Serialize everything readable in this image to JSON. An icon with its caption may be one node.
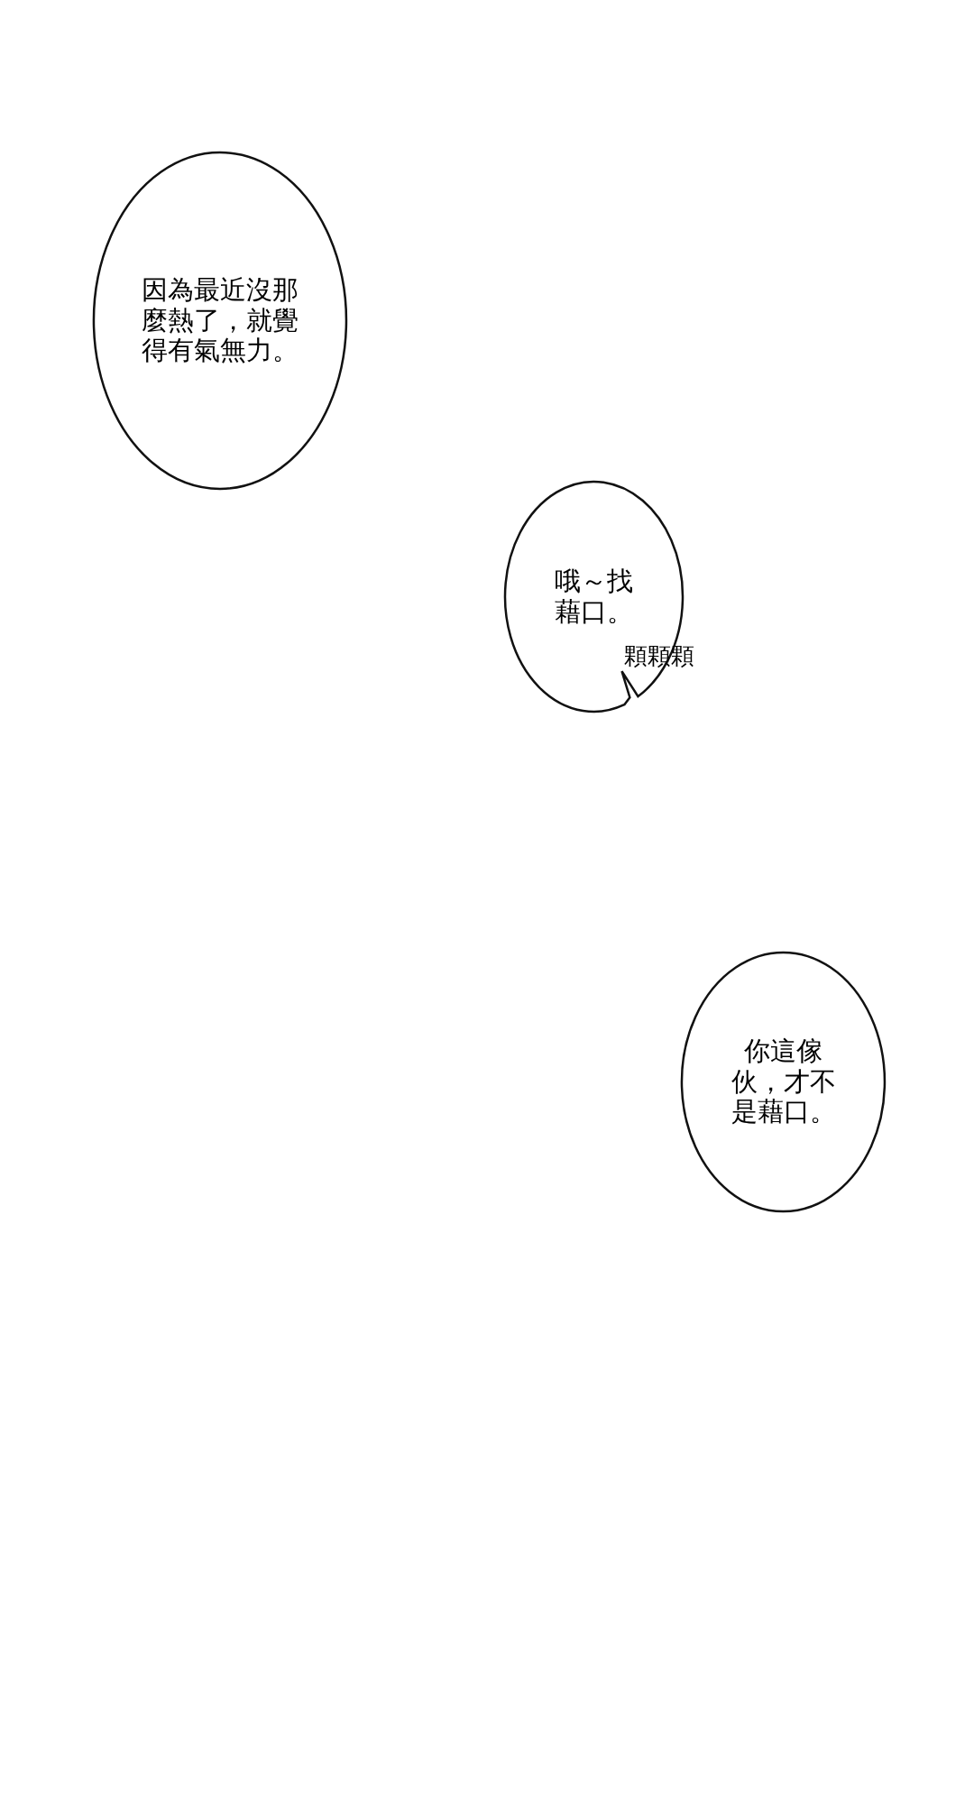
{
  "diagram": {
    "nodes": [
      {
        "text": [
          "因為最近沒那麼熱了，就覺得有氣無力。"
        ]
      },
      {
        "text": [
          "哦～找藉口。"
        ]
      },
      {
        "text": [
          "你這傢伙，才不是藉口。"
        ]
      }
    ],
    "labels": [
      "顆顆顆"
    ]
  }
}
